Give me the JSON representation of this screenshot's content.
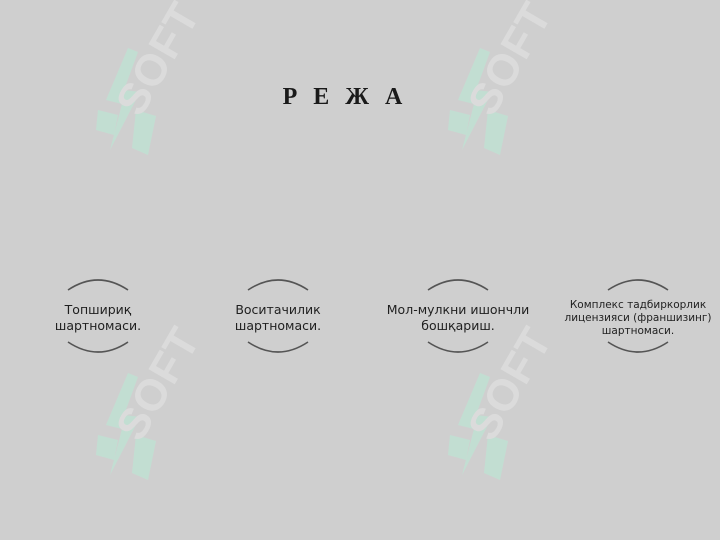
{
  "slide": {
    "title": "Р Е Ж А",
    "watermark_text": "SOFT",
    "items": [
      {
        "label": "Топшириқ\nшартномаси."
      },
      {
        "label": "Воситачилик\nшартномаси."
      },
      {
        "label": "Мол-мулкни ишончли\nбошқариш."
      },
      {
        "label": "Комплекс тадбиркорлик\nлицензияси (франшизинг)\nшартномаси."
      }
    ]
  },
  "colors": {
    "background": "#cfcfcf",
    "watermark_logo": "#b9ecd6",
    "watermark_text": "#e6e6e6",
    "arc_stroke": "#555555",
    "text": "#1f1f1f"
  }
}
